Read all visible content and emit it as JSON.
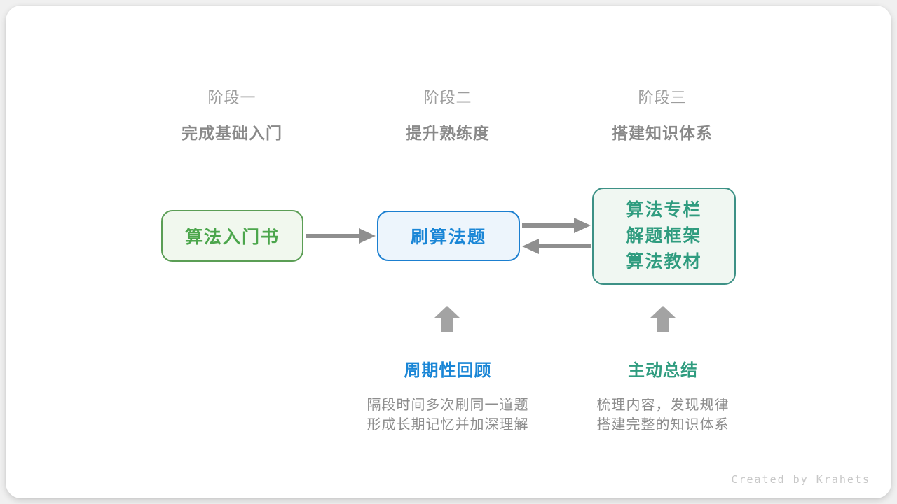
{
  "stages": [
    {
      "title": "阶段一",
      "subtitle": "完成基础入门"
    },
    {
      "title": "阶段二",
      "subtitle": "提升熟练度"
    },
    {
      "title": "阶段三",
      "subtitle": "搭建知识体系"
    }
  ],
  "nodes": [
    {
      "id": "intro-book",
      "label": "算法入门书",
      "color": "#4ca64c",
      "border": "#5b9e55",
      "bg": "#f1f8ee"
    },
    {
      "id": "practice-problems",
      "label": "刷算法题",
      "color": "#1a86d6",
      "border": "#1b7fd0",
      "bg": "#edf5fc"
    },
    {
      "id": "knowledge-resources",
      "lines": [
        "算法专栏",
        "解题框架",
        "算法教材"
      ],
      "color": "#2f9c7f",
      "border": "#3d9186",
      "bg": "#f0f7f2"
    }
  ],
  "connectors": [
    {
      "from": "intro-book",
      "to": "practice-problems",
      "direction": "right"
    },
    {
      "from": "practice-problems",
      "to": "knowledge-resources",
      "direction": "right"
    },
    {
      "from": "knowledge-resources",
      "to": "practice-problems",
      "direction": "left"
    }
  ],
  "annotations": [
    {
      "title": "周期性回顾",
      "color": "#1a86d6",
      "line1": "隔段时间多次刷同一道题",
      "line2": "形成长期记忆并加深理解"
    },
    {
      "title": "主动总结",
      "color": "#2f9c7f",
      "line1": "梳理内容，发现规律",
      "line2": "搭建完整的知识体系"
    }
  ],
  "credit": "Created by Krahets",
  "colors": {
    "arrow": "#8f8f8f",
    "up_arrow": "#a3a3a3",
    "heading": "#9d9d9d",
    "subheading": "#898989",
    "desc": "#8d8d8d",
    "credit": "#c7c7c7"
  }
}
